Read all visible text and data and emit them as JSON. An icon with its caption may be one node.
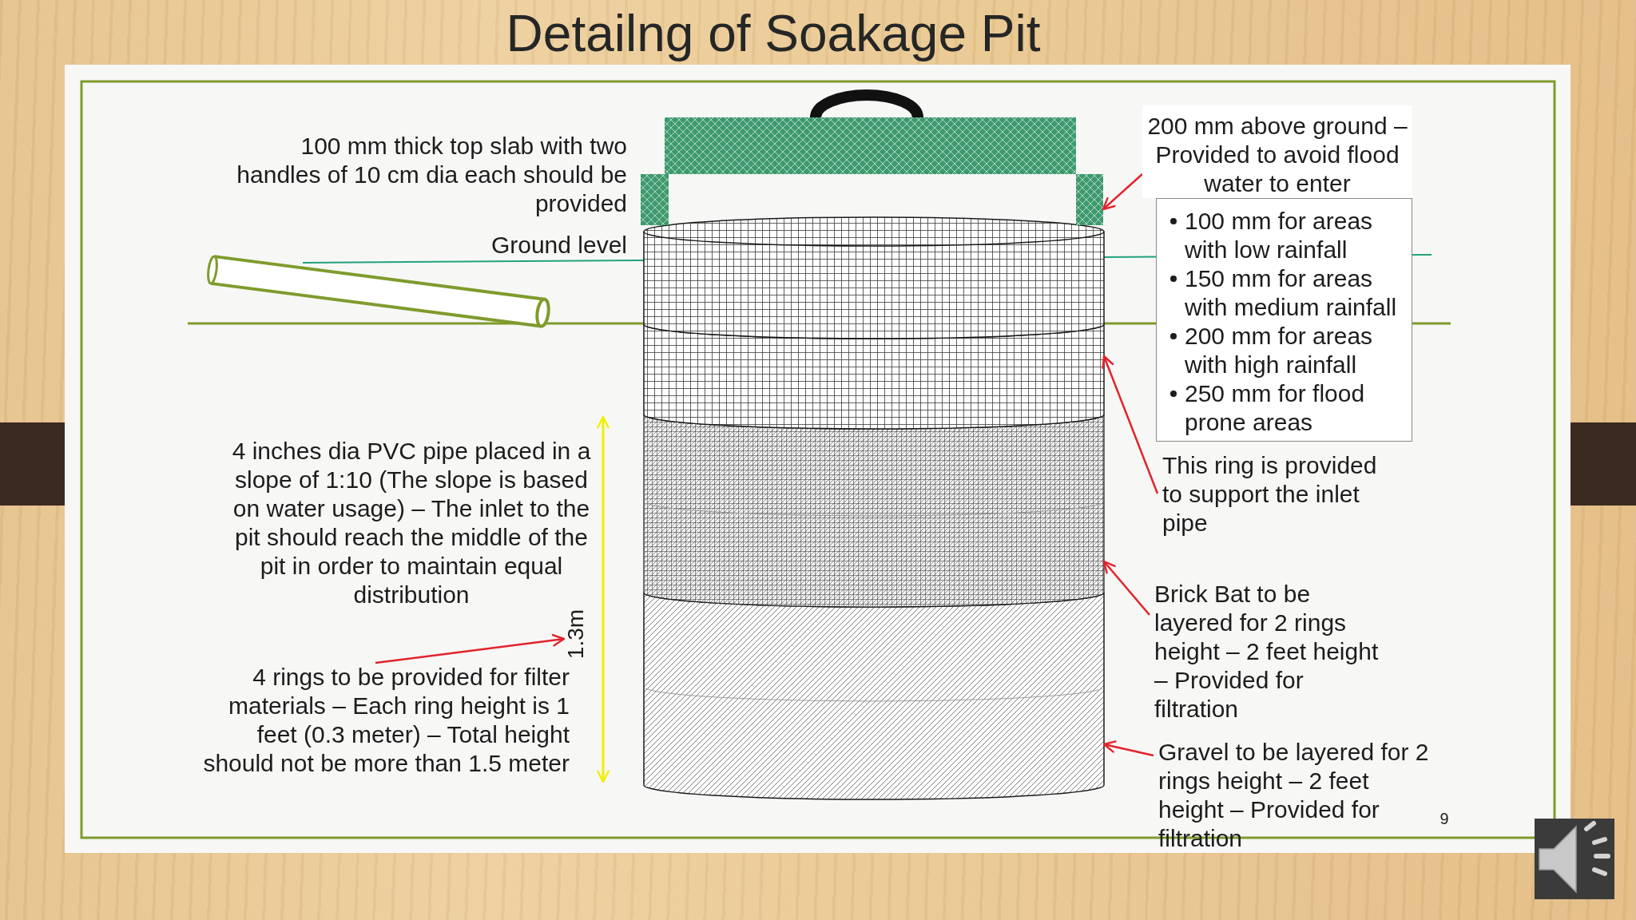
{
  "diagram": {
    "title": "Detailng of Soakage Pit",
    "nodes": [
      {
        "text": [],
        "shape": "box",
        "beside": [
          "100 mm thick top slab with two handles of 10 cm dia each should be provided"
        ]
      },
      {
        "text": [],
        "shape": "cylinder"
      },
      {
        "text": [
          "200 mm above ground – Provided to avoid flood water to enter"
        ]
      },
      {
        "text": [
          "100 mm for areas with low rainfall",
          "150 mm for areas with medium rainfall",
          "200 mm for areas with high rainfall",
          "250 mm for flood prone areas"
        ]
      },
      {
        "text": [],
        "shape": "cylinder"
      },
      {
        "text": [
          "This ring is provided to support the inlet pipe"
        ]
      },
      {
        "text": [],
        "shape": "cylinder"
      },
      {
        "text": [
          "Brick Bat to be layered for 2 rings height – 2 feet height – Provided for filtration"
        ]
      },
      {
        "text": [],
        "shape": "cylinder"
      },
      {
        "text": [
          "Gravel to be layered for 2 rings height – 2 feet height – Provided for filtration"
        ]
      },
      {
        "text": [
          "1.3m"
        ]
      },
      {
        "text": [
          "4 rings to be provided for filter materials – Each ring height is 1 feet (0.3 meter) – Total height should not be more than 1.5 meter"
        ]
      }
    ],
    "edges": [
      {
        "from": 2,
        "to": 0,
        "arrow": "to"
      },
      {
        "from": 5,
        "to": 4,
        "arrow": "to"
      },
      {
        "from": 7,
        "to": 6,
        "arrow": "to"
      },
      {
        "from": 9,
        "to": 8,
        "arrow": "to"
      },
      {
        "from": 11,
        "to": 10,
        "arrow": "to"
      }
    ],
    "labels": [
      "Ground level",
      "4 inches dia PVC pipe placed in a slope of 1:10 (The slope is based on water usage) – The inlet to the pit should reach the middle of the pit in order to maintain equal distribution",
      "9"
    ]
  }
}
